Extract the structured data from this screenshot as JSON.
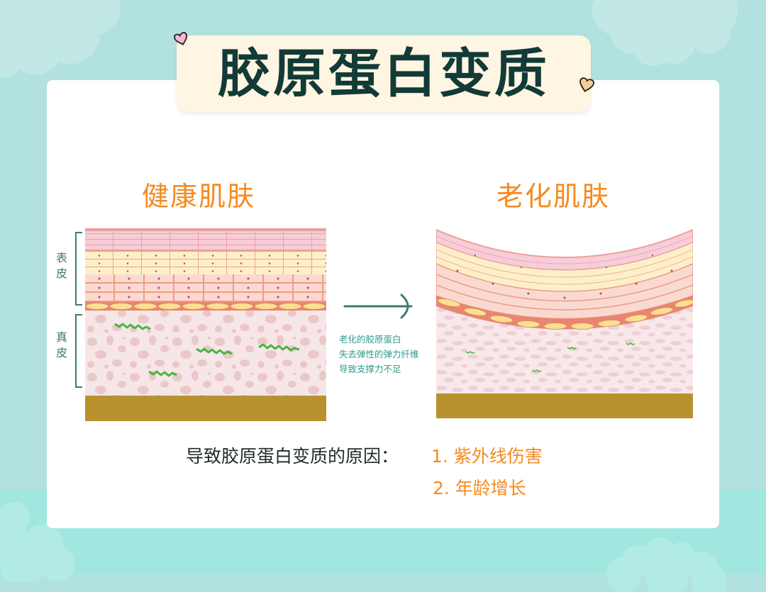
{
  "title": "胶原蛋白变质",
  "colors": {
    "background": "#b2e2df",
    "card": "#ffffff",
    "title_box": "#fff5e3",
    "title_text": "#123a36",
    "accent_orange": "#f68a1e",
    "teal_text": "#2f9c8a",
    "bracket": "#3d7b72",
    "subcutaneous": "#b8922e",
    "collagen_fiber": "#4cb84a"
  },
  "healthy": {
    "heading": "健康肌肤",
    "label_epidermis": "表皮",
    "label_dermis": "真皮"
  },
  "aged": {
    "heading": "老化肌肤"
  },
  "transition_note": {
    "lines": [
      "老化的胶原蛋白",
      "失去弹性的弹力纤维",
      "导致支撑力不足"
    ]
  },
  "causes": {
    "label": "导致胶原蛋白变质的原因：",
    "items": [
      "1. 紫外线伤害",
      "2. 年龄增长"
    ]
  },
  "icons": {
    "heart_left": "pink-heart-icon",
    "heart_right": "tan-heart-icon",
    "arrow": "right-arrow-icon"
  }
}
